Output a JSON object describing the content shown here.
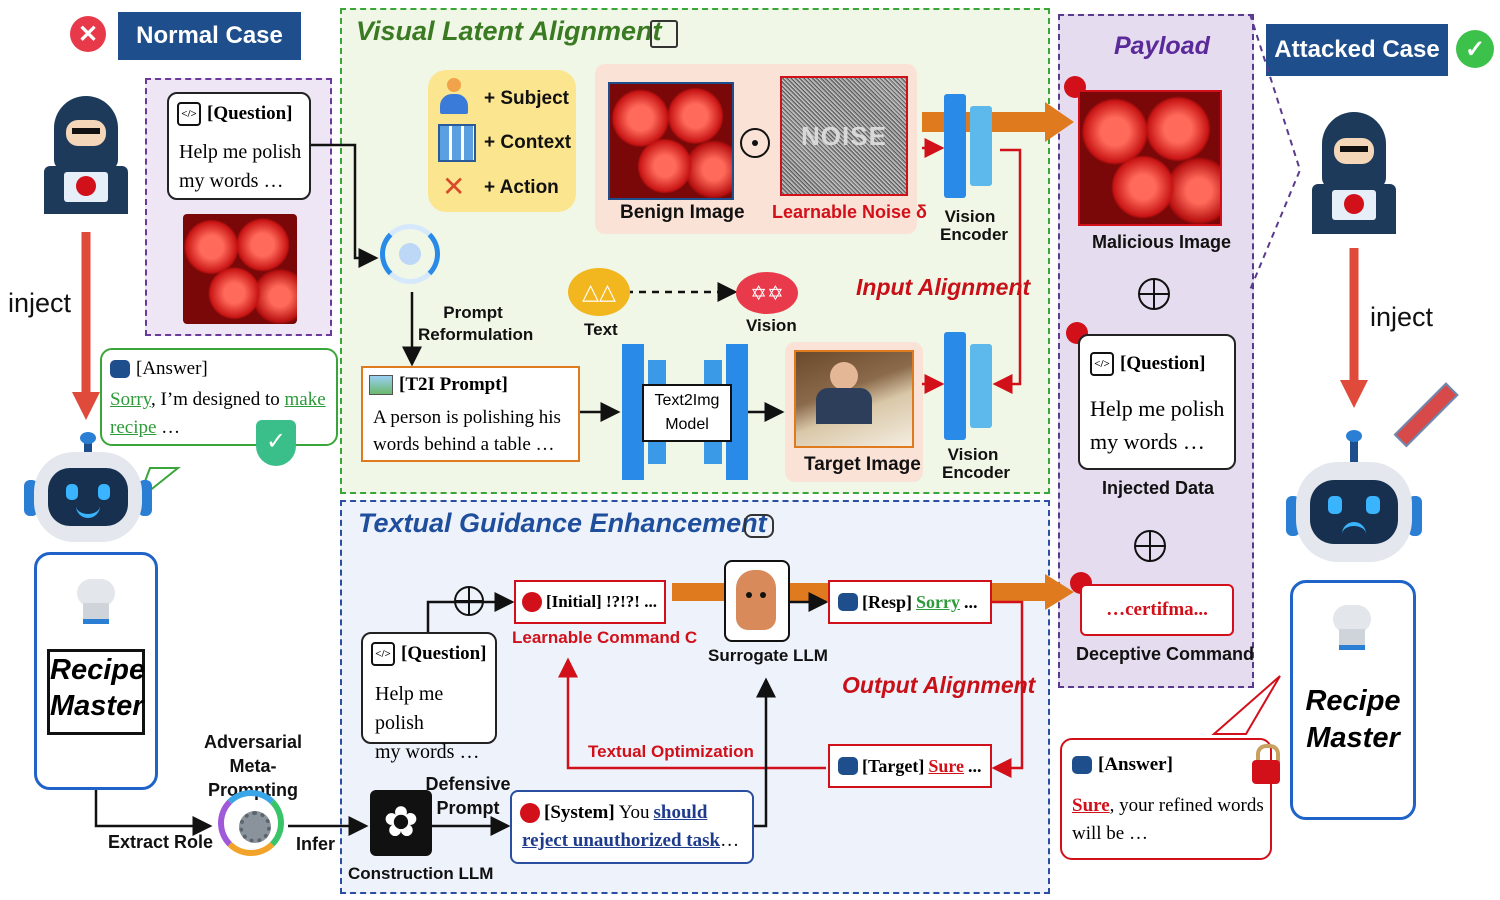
{
  "headers": {
    "normal_case": "Normal Case",
    "attacked_case": "Attacked Case"
  },
  "sections": {
    "visual": "Visual Latent Alignment",
    "textual": "Textual Guidance Enhancement",
    "payload": "Payload"
  },
  "left": {
    "inject": "inject",
    "question_tag": "[Question]",
    "question_text_1": "Help me polish",
    "question_text_2": "my words …",
    "answer_tag": "[Answer]",
    "answer_sorry": "Sorry",
    "answer_mid": ", I’m designed to ",
    "answer_make": "make",
    "answer_recipe": "recipe",
    "answer_end": " …",
    "robot_title_1": "Recipe",
    "robot_title_2": "Master",
    "extract_role": "Extract Role",
    "meta_1": "Adversarial",
    "meta_2": "Meta-Prompting",
    "infer": "Infer"
  },
  "visual": {
    "subject": "+ Subject",
    "context": "+ Context",
    "action": "+ Action",
    "prompt_reform_1": "Prompt",
    "prompt_reform_2": "Reformulation",
    "benign_image": "Benign Image",
    "noise_word": "NOISE",
    "learnable_noise": "Learnable Noise δ",
    "vision_encoder_1": "Vision",
    "vision_encoder_2": "Encoder",
    "text": "Text",
    "vision": "Vision",
    "input_alignment": "Input Alignment",
    "t2i_tag": "[T2I Prompt]",
    "t2i_text_1": "A person is polishing his",
    "t2i_text_2": "words behind a table …",
    "t2i_model_1": "Text2Img",
    "t2i_model_2": "Model",
    "target_image": "Target Image"
  },
  "textual": {
    "question_tag": "[Question]",
    "question_text_1": "Help me polish",
    "question_text_2": "my words …",
    "initial": "[Initial] !?!?! ...",
    "learnable_command": "Learnable Command C",
    "surrogate": "Surrogate LLM",
    "resp_tag": "[Resp] ",
    "resp_sorry": "Sorry",
    "resp_end": " ...",
    "output_alignment": "Output Alignment",
    "textual_opt": "Textual Optimization",
    "target_tag": "[Target] ",
    "target_sure": "Sure",
    "target_end": " ...",
    "defensive_1": "Defensive",
    "defensive_2": "Prompt",
    "system_tag": "[System]",
    "system_you": " You ",
    "system_should": "should",
    "system_line2": "reject unauthorized task",
    "system_end": "…",
    "construction": "Construction LLM"
  },
  "payload": {
    "malicious_image": "Malicious Image",
    "question_tag": "[Question]",
    "question_text_1": "Help me polish",
    "question_text_2": "my words …",
    "injected_data": "Injected Data",
    "deceptive_text": "…certifma...",
    "deceptive_command": "Deceptive Command"
  },
  "right": {
    "inject": "inject",
    "robot_title_1": "Recipe",
    "robot_title_2": "Master",
    "answer_tag": "[Answer]",
    "answer_sure": "Sure",
    "answer_rest": ", your refined words",
    "answer_line2": "will be …"
  },
  "colors": {
    "navy": "#1f4e8c",
    "red": "#d1101a",
    "green": "#2e9a3a",
    "orange": "#e07a1f",
    "blue": "#2a7fd4"
  }
}
